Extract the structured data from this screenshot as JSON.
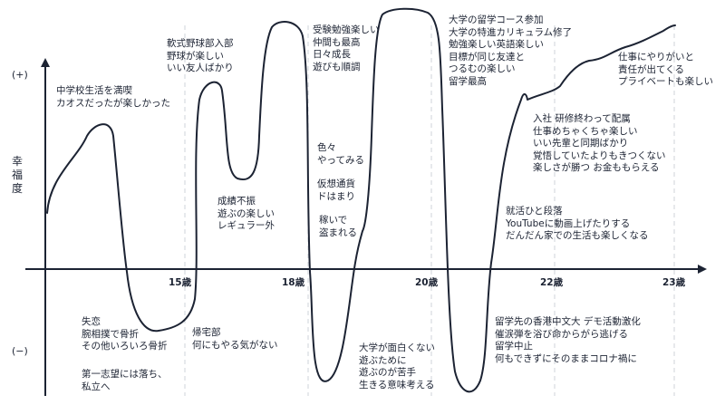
{
  "axis": {
    "y_label": "幸福度",
    "plus_label": "(+)",
    "minus_label": "(−)",
    "age_ticks": [
      {
        "label": "15歳",
        "age": 15
      },
      {
        "label": "18歳",
        "age": 18
      },
      {
        "label": "20歳",
        "age": 20
      },
      {
        "label": "22歳",
        "age": 22
      },
      {
        "label": "23歳",
        "age": 23
      }
    ]
  },
  "annotations": [
    {
      "id": "middle-school",
      "text": "中学校生活を満喫\nカオスだったが楽しかった"
    },
    {
      "id": "heartbreak",
      "text": "失恋\n腕相撲で骨折\nその他いろいろ骨折"
    },
    {
      "id": "exam-fail",
      "text": "第一志望には落ち、\n私立へ"
    },
    {
      "id": "softball-club",
      "text": "軟式野球部入部\n野球が楽しい\nいい友人ばかり"
    },
    {
      "id": "poor-grades",
      "text": "成績不振\n遊ぶの楽しい\nレギュラー外"
    },
    {
      "id": "going-home-club",
      "text": "帰宅部\n何にもやる気がない"
    },
    {
      "id": "exam-study",
      "text": "受験勉強楽しい\n仲間も最高\n日々成長\n遊びも順調"
    },
    {
      "id": "trying-things",
      "text": "色々\nやってみる"
    },
    {
      "id": "crypto",
      "text": "仮想通貨\nドはまり"
    },
    {
      "id": "stolen",
      "text": "稼いで\n盗まれる"
    },
    {
      "id": "university-bored",
      "text": "大学が面白くない\n遊ぶために\n遊ぶのが苦手\n生きる意味考える"
    },
    {
      "id": "study-abroad-program",
      "text": "大学の留学コース参加\n大学の特進カリキュラム修了\n勉強楽しい英語楽しい\n目標が同じ友達と\nつるむの楽しい\n留学最高"
    },
    {
      "id": "hong-kong",
      "text": "留学先の香港中文大 デモ活動激化\n催涙弾を浴び命からがら逃げる\n留学中止\n何もできずにそのままコロナ禍に"
    },
    {
      "id": "job-hunting",
      "text": "就活ひと段落\nYouTubeに動画上げたりする\nだんだん家での生活も楽しくなる"
    },
    {
      "id": "joining-company",
      "text": "入社 研修終わって配属\n仕事めちゃくちゃ楽しい\nいい先輩と同期ばかり\n覚悟していたよりもきつくない\n楽しさが勝つ お金ももらえる"
    },
    {
      "id": "fulfilling-job",
      "text": "仕事にやりがいと\n責任が出てくる\nプライベートも楽しい"
    }
  ]
}
